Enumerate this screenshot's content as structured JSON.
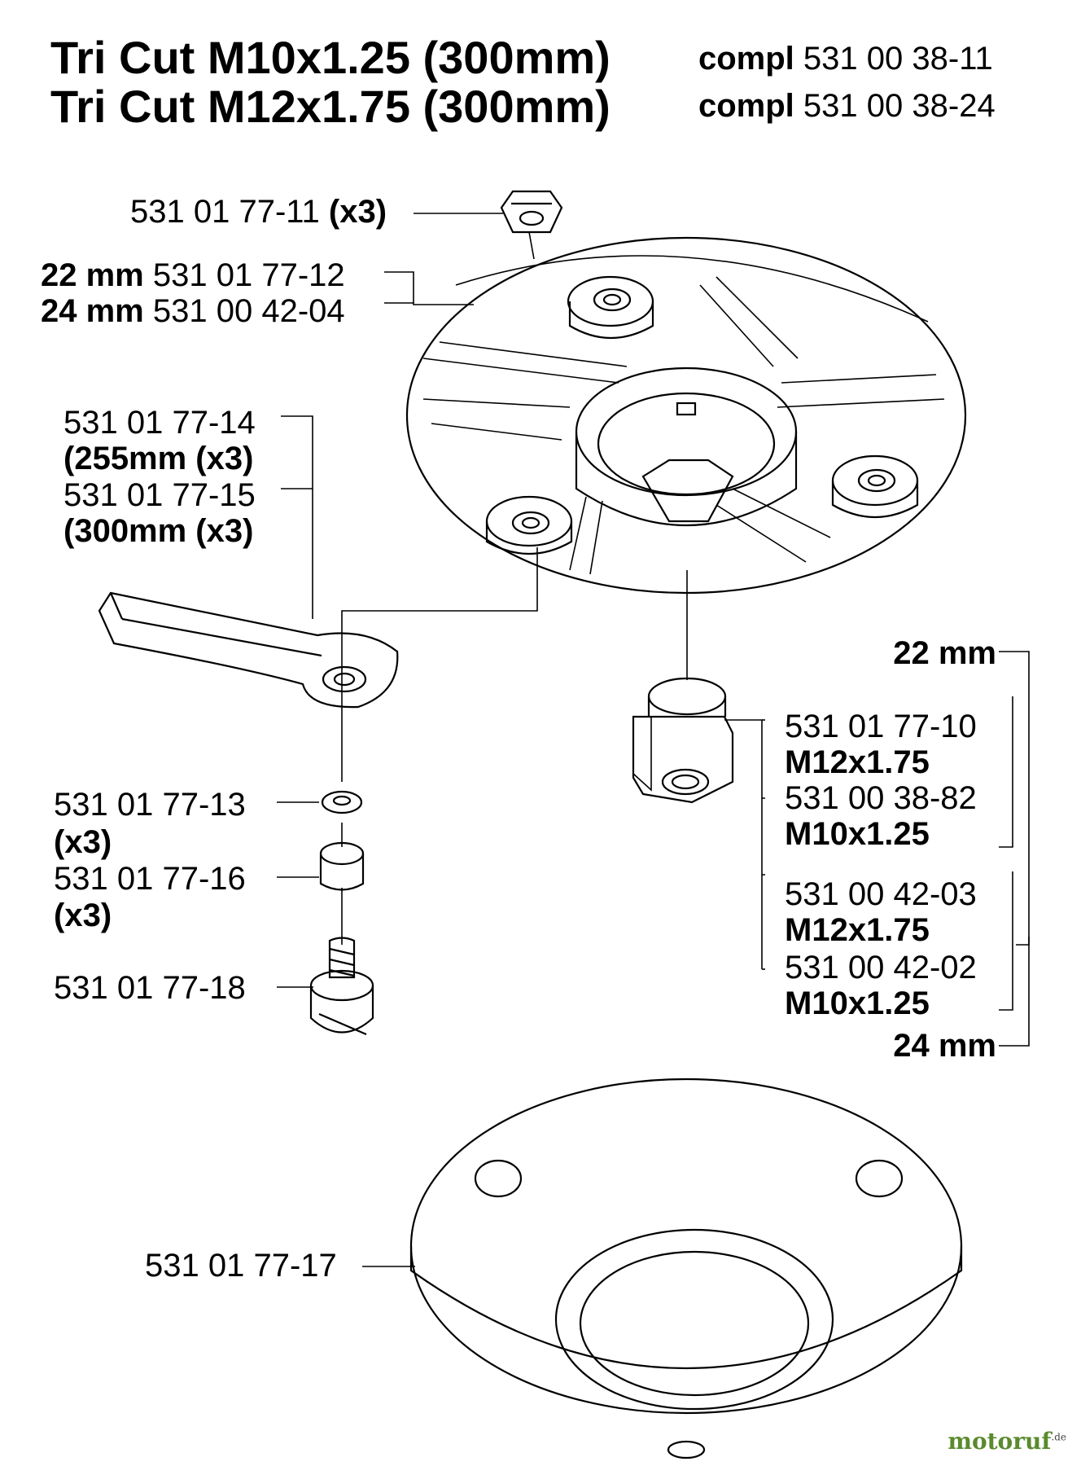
{
  "header": {
    "title_line1": "Tri Cut M10x1.25 (300mm)",
    "title_line2": "Tri Cut M12x1.75 (300mm)",
    "compl_word": "compl",
    "compl_1": "531 00 38-11",
    "compl_2": "531 00 38-24"
  },
  "labels": {
    "p1_num": "531 01 77-11",
    "p1_qty": "(x3)",
    "p2_size_a": "22 mm",
    "p2_num_a": "531 01 77-12",
    "p2_size_b": "24 mm",
    "p2_num_b": "531 00 42-04",
    "p3_num_a": "531 01 77-14",
    "p3_spec_a": "(255mm (x3)",
    "p3_num_b": "531 01 77-15",
    "p3_spec_b": "(300mm (x3)",
    "p4_num": "531 01 77-13",
    "p4_qty": "(x3)",
    "p5_num": "531 01 77-16",
    "p5_qty": "(x3)",
    "p6_num": "531 01 77-18",
    "p7_num": "531 01 77-17",
    "n_size_22": "22 mm",
    "n1_num": "531 01 77-10",
    "n1_thread": "M12x1.75",
    "n2_num": "531 00 38-82",
    "n2_thread": "M10x1.25",
    "n3_num": "531 00 42-03",
    "n3_thread": "M12x1.75",
    "n4_num": "531 00 42-02",
    "n4_thread": "M10x1.25",
    "n_size_24": "24 mm"
  },
  "watermark": {
    "brand": "motoruf",
    "tld": ".de",
    "color": "#5a8a2e"
  }
}
